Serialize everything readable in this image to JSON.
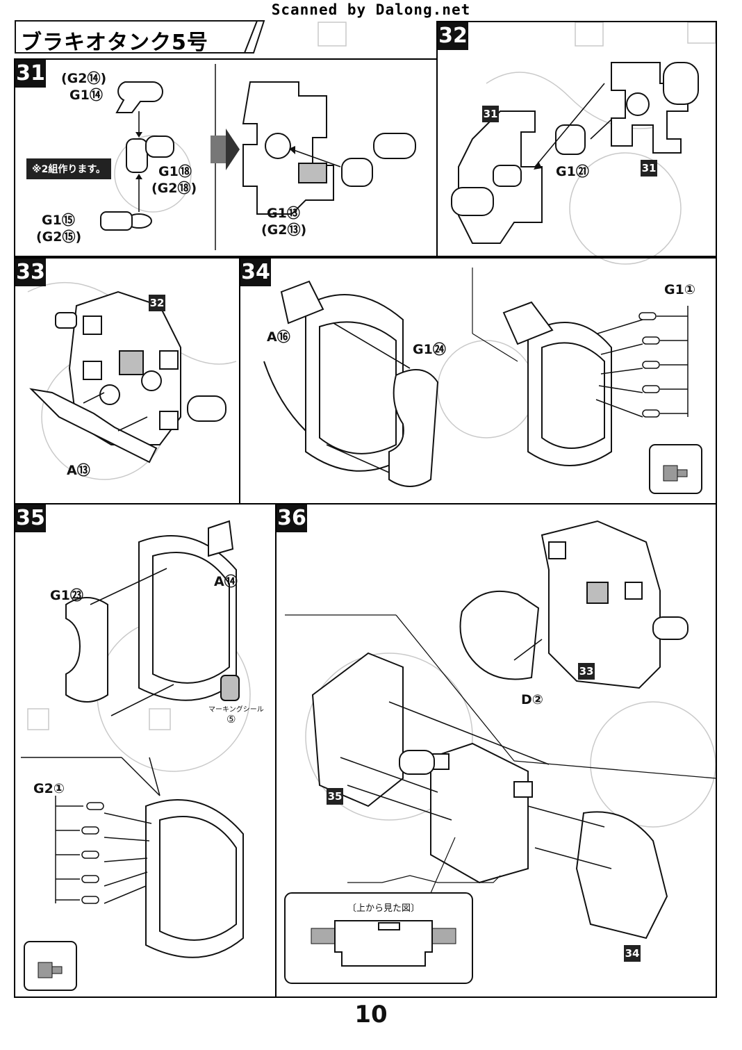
{
  "watermark": "Scanned by Dalong.net",
  "title": "ブラキオタンク5号",
  "page_number": "10",
  "steps": {
    "s31": {
      "number": "31",
      "note": "※2組作ります。",
      "labels": [
        "(G2⑭)",
        "G1⑭",
        "G1⑱",
        "(G2⑱)",
        "G1⑮",
        "(G2⑮)",
        "G1⑬",
        "(G2⑬)"
      ]
    },
    "s32": {
      "number": "32",
      "labels": [
        "G1㉑"
      ],
      "refs": [
        "31",
        "31"
      ]
    },
    "s33": {
      "number": "33",
      "labels": [
        "A⑬"
      ],
      "refs": [
        "32"
      ]
    },
    "s34": {
      "number": "34",
      "labels": [
        "A⑯",
        "G1㉔",
        "G1①"
      ]
    },
    "s35": {
      "number": "35",
      "labels": [
        "G1㉓",
        "A⑭",
        "G2①"
      ],
      "sticker_label": "マーキングシール",
      "sticker_number": "⑤"
    },
    "s36": {
      "number": "36",
      "labels": [
        "D②"
      ],
      "refs": [
        "33",
        "35",
        "34"
      ],
      "inset_caption": "〔上から見た図〕"
    }
  },
  "colors": {
    "ink": "#111111",
    "ghost": "#c9c9c9",
    "part_gray": "#bdbdbd"
  }
}
